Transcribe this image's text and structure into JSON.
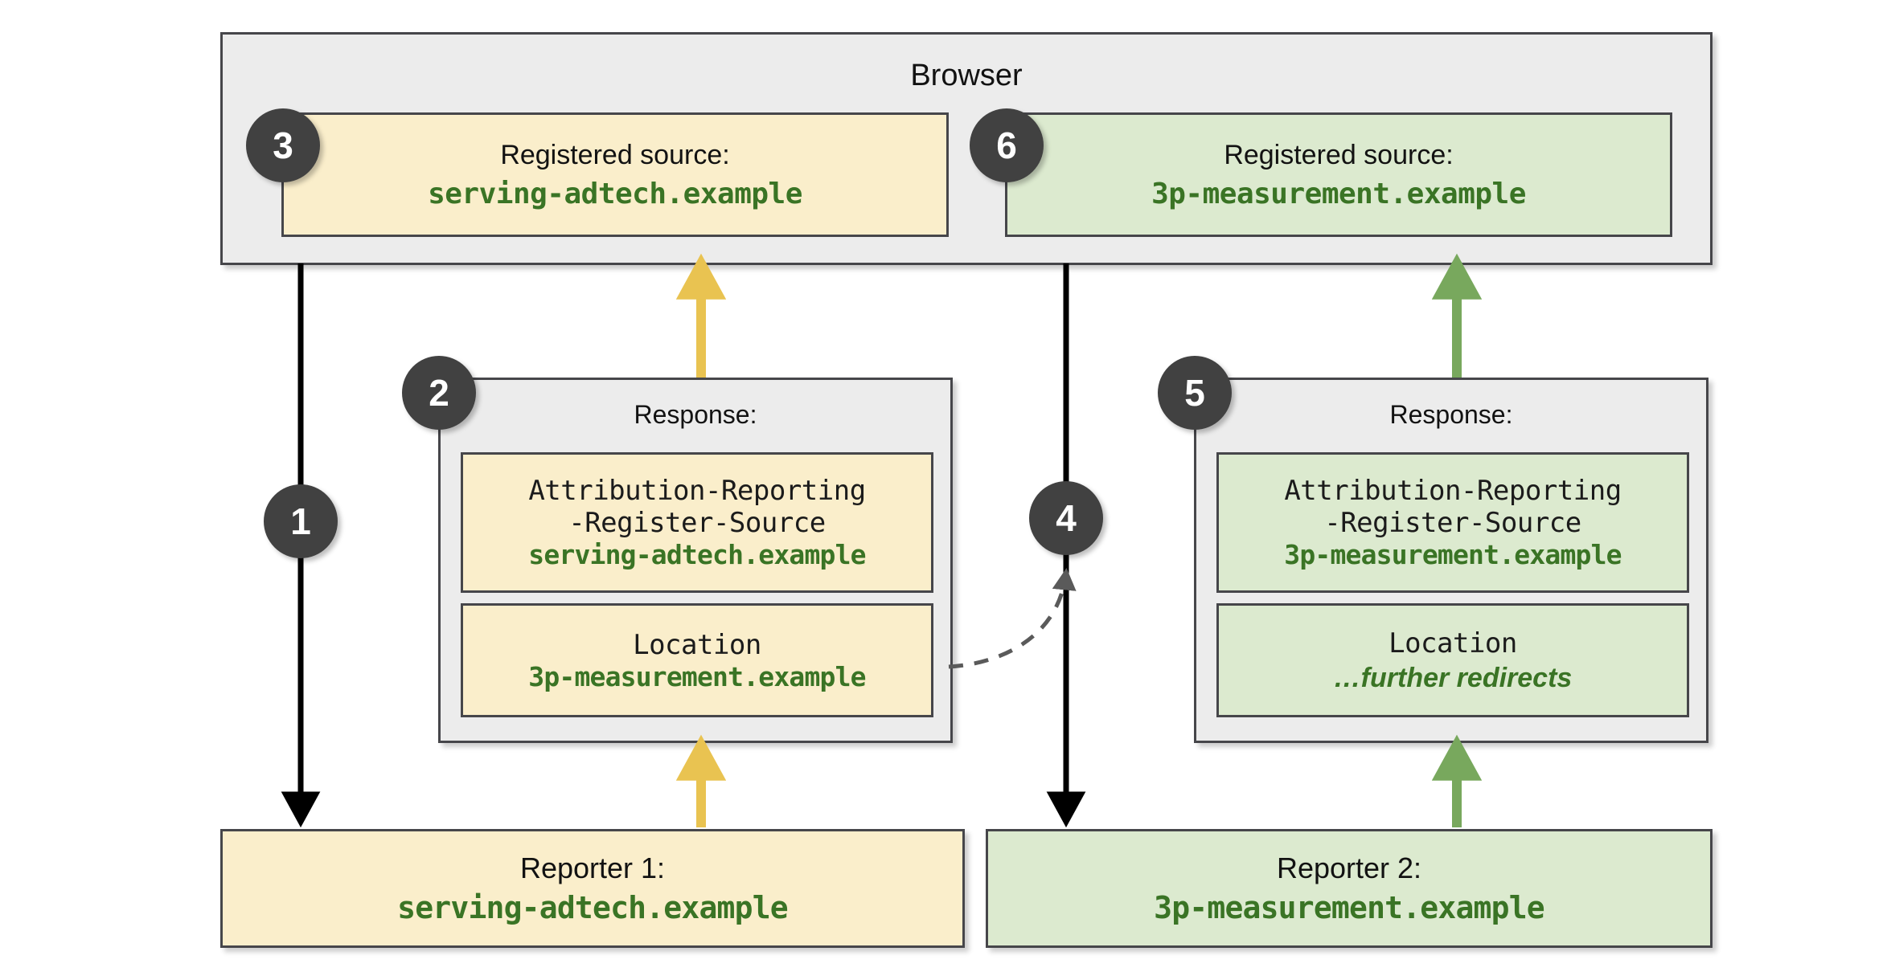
{
  "diagram": {
    "title": "Attribution Reporting source registration redirect chain",
    "colors": {
      "yellow_fill": "#faeecb",
      "green_fill": "#dceacf",
      "grey_fill": "#ececec",
      "border": "#46464a",
      "badge": "#414141",
      "green_text": "#3a7425",
      "yellow_arrow": "#e9c351",
      "green_arrow": "#78a85d",
      "black_arrow": "#000000",
      "dashed_arrow": "#5a5a5a"
    }
  },
  "browser": {
    "label": "Browser",
    "registered_sources": [
      {
        "step": "3",
        "title": "Registered source:",
        "domain": "serving-adtech.example",
        "theme": "yellow"
      },
      {
        "step": "6",
        "title": "Registered source:",
        "domain": "3p-measurement.example",
        "theme": "green"
      }
    ]
  },
  "responses": [
    {
      "step": "2",
      "label": "Response:",
      "theme": "yellow",
      "headers": [
        {
          "name_line1": "Attribution-Reporting",
          "name_line2": "-Register-Source",
          "value": "serving-adtech.example",
          "value_style": "mono"
        },
        {
          "name_line1": "Location",
          "name_line2": "",
          "value": "3p-measurement.example",
          "value_style": "mono"
        }
      ]
    },
    {
      "step": "5",
      "label": "Response:",
      "theme": "green",
      "headers": [
        {
          "name_line1": "Attribution-Reporting",
          "name_line2": "-Register-Source",
          "value": "3p-measurement.example",
          "value_style": "mono"
        },
        {
          "name_line1": "Location",
          "name_line2": "",
          "value": "…further redirects",
          "value_style": "italic"
        }
      ]
    }
  ],
  "reporters": [
    {
      "title": "Reporter 1:",
      "domain": "serving-adtech.example",
      "theme": "yellow"
    },
    {
      "title": "Reporter 2:",
      "domain": "3p-measurement.example",
      "theme": "green"
    }
  ],
  "steps": [
    {
      "number": "1",
      "meaning": "request-to-reporter-1"
    },
    {
      "number": "2",
      "meaning": "response-from-reporter-1"
    },
    {
      "number": "3",
      "meaning": "source-registered-serving-adtech"
    },
    {
      "number": "4",
      "meaning": "redirect-request-to-reporter-2"
    },
    {
      "number": "5",
      "meaning": "response-from-reporter-2"
    },
    {
      "number": "6",
      "meaning": "source-registered-3p-measurement"
    }
  ]
}
